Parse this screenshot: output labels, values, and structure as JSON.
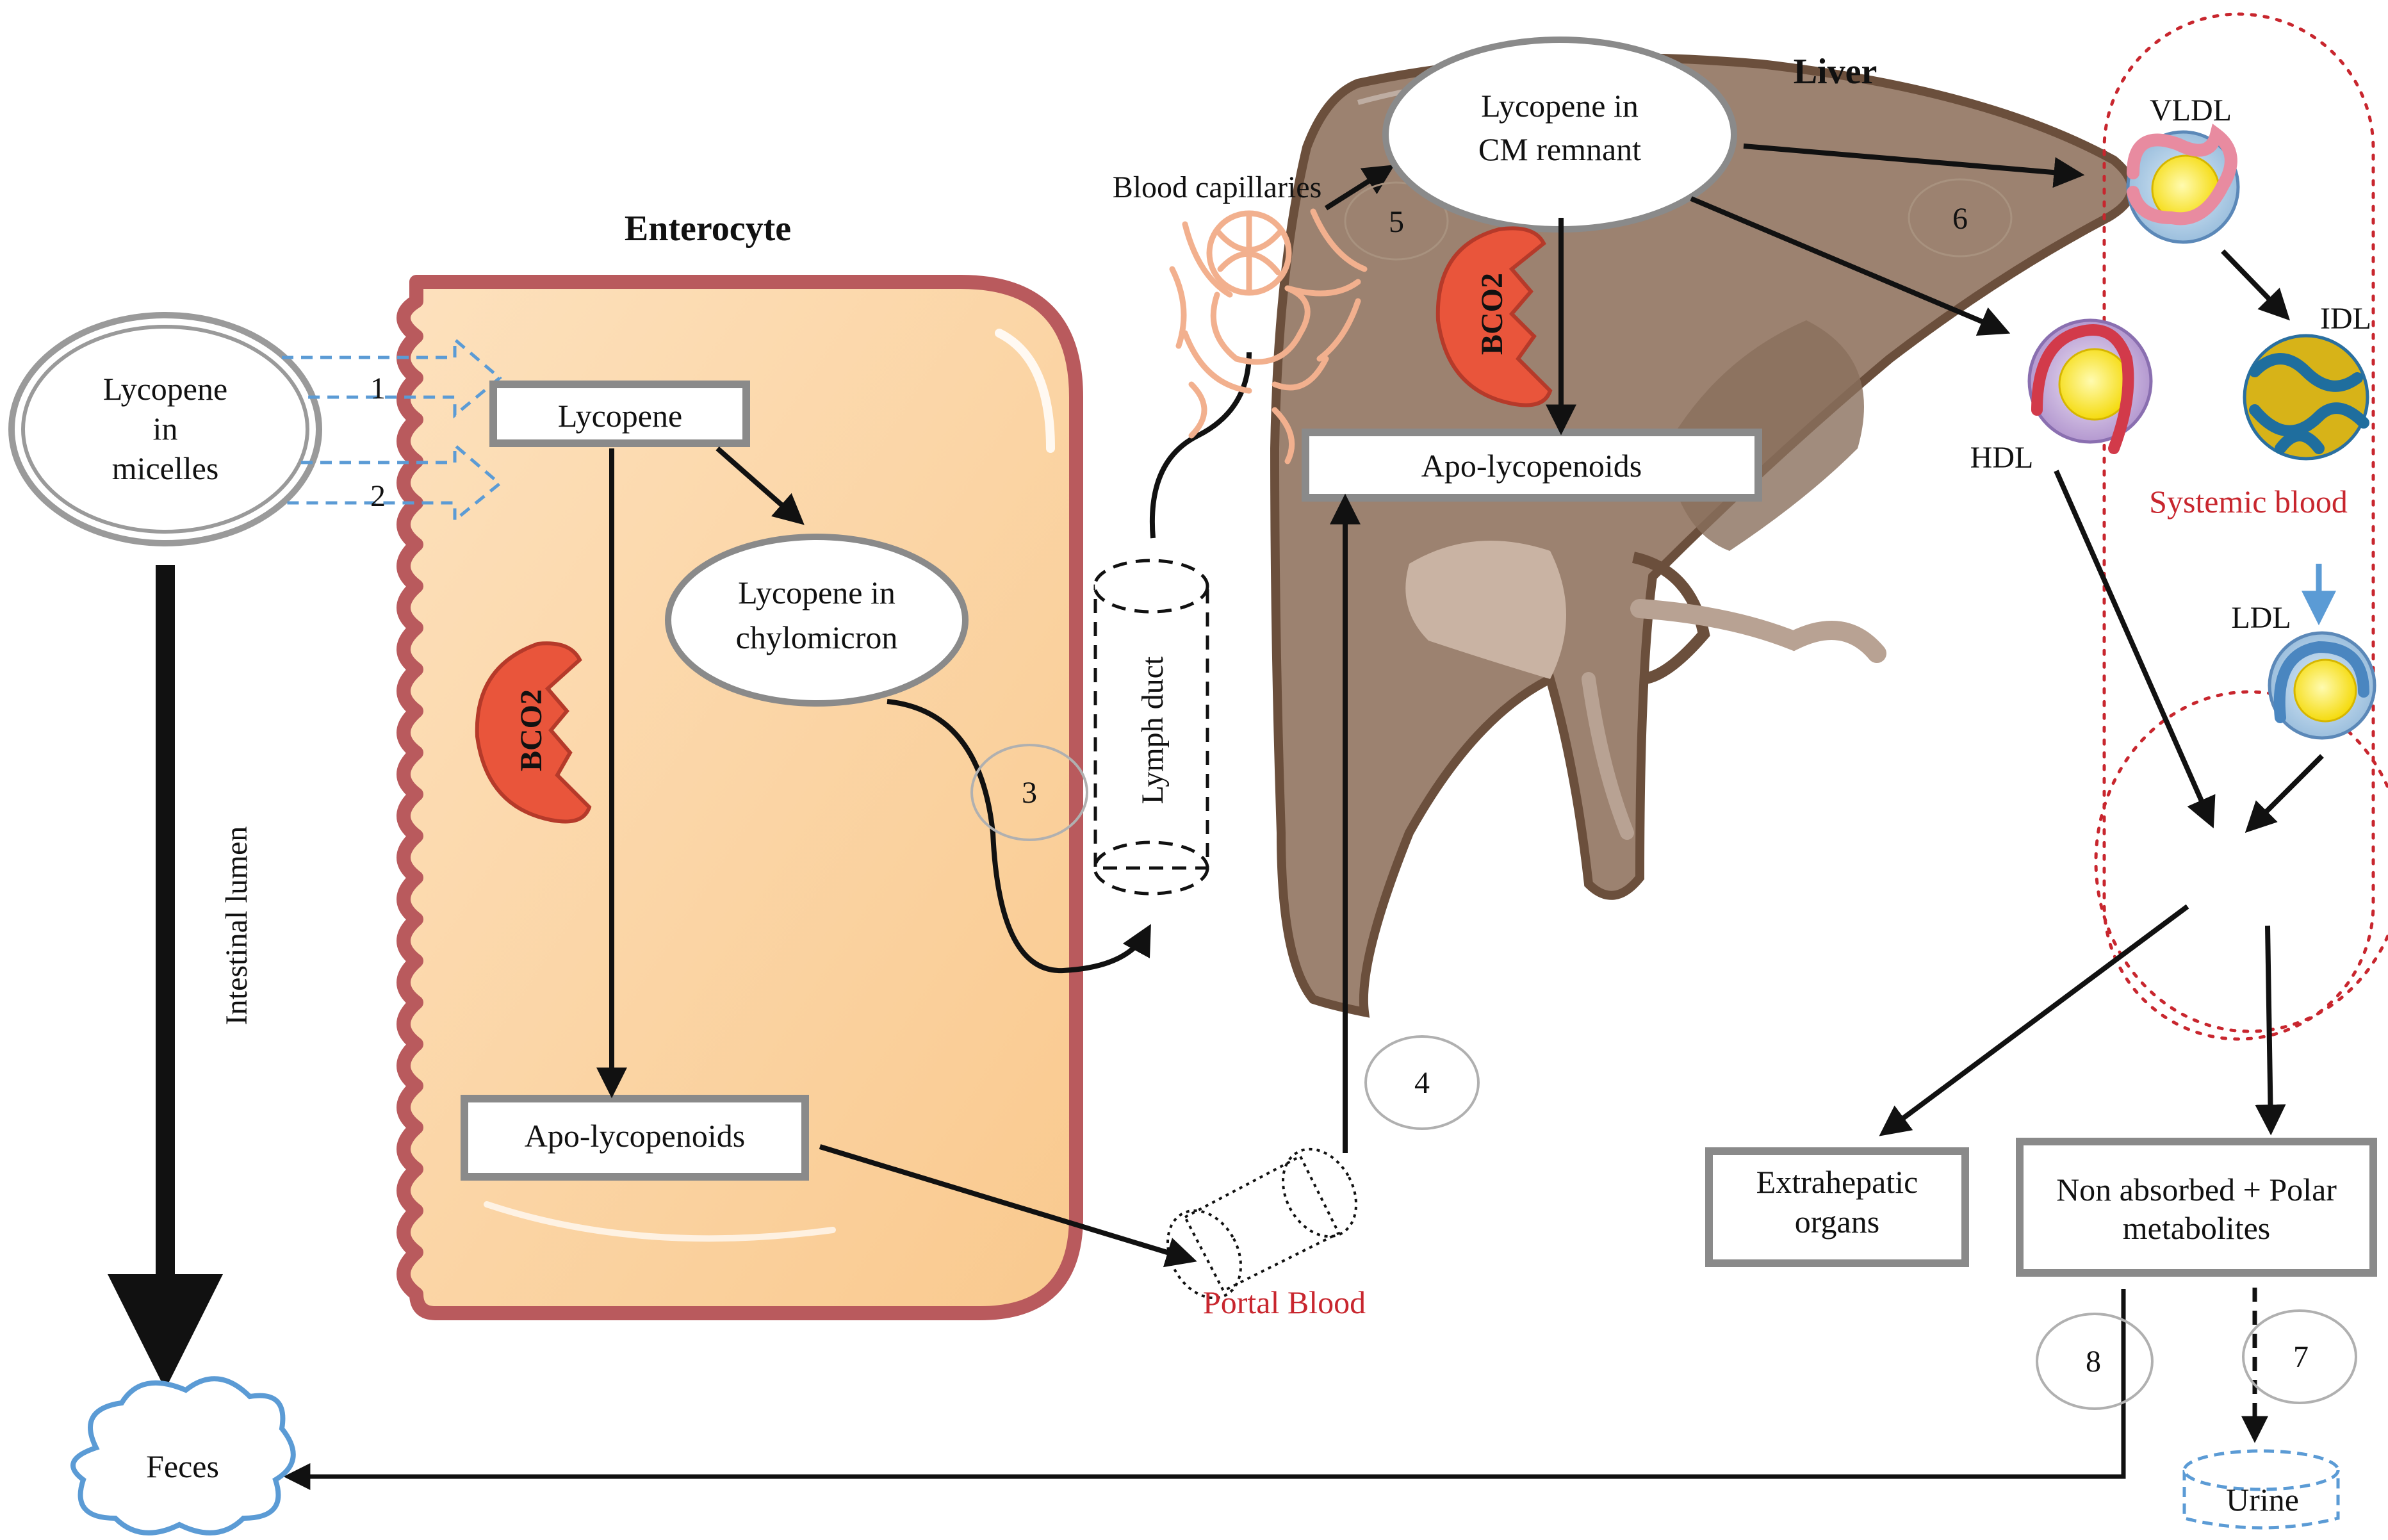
{
  "colors": {
    "cell_fill": "#fdd7a9",
    "cell_border": "#b95a5d",
    "liver_fill": "#9c8270",
    "liver_dark": "#6b4f3c",
    "enzyme": "#e9553b",
    "accent_red": "#c8262e",
    "arrow": "#111111",
    "dashed_blue": "#5b9bd5",
    "box_border": "#8a8a8a"
  },
  "labels": {
    "enterocyte": "Enterocyte",
    "liver": "Liver",
    "intestinal_lumen": "Intestinal lumen",
    "blood_capillaries": "Blood capillaries",
    "lymph_duct": "Lymph duct",
    "portal_blood": "Portal Blood",
    "systemic_blood": "Systemic blood",
    "feces": "Feces",
    "urine": "Urine",
    "vldl": "VLDL",
    "idl": "IDL",
    "hdl": "HDL",
    "ldl": "LDL",
    "bco2_left": "BCO2",
    "bco2_liver": "BCO2"
  },
  "nodes": {
    "micelles": [
      "Lycopene",
      "in",
      "micelles"
    ],
    "lycopene": "Lycopene",
    "chylomicron": [
      "Lycopene in",
      "chylomicron"
    ],
    "apo_left": "Apo-lycopenoids",
    "cm_remnant": [
      "Lycopene in",
      "CM remnant"
    ],
    "apo_liver": "Apo-lycopenoids",
    "extrahepatic": [
      "Extrahepatic",
      "organs"
    ],
    "non_absorbed": [
      "Non absorbed + Polar",
      "metabolites"
    ]
  },
  "steps": {
    "s1": "1",
    "s2": "2",
    "s3": "3",
    "s4": "4",
    "s5": "5",
    "s6": "6",
    "s7": "7",
    "s8": "8"
  }
}
